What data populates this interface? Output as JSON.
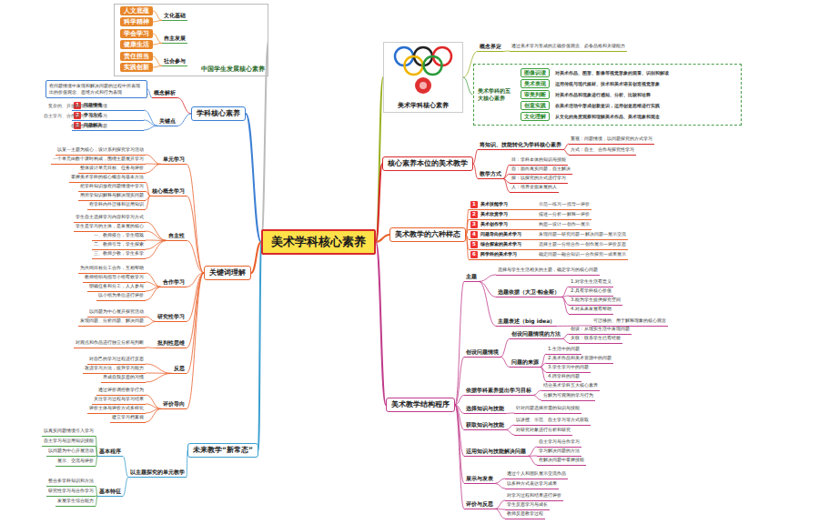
{
  "diagram": {
    "nodes": [
      {
        "text": [
          "美术学科核心素养"
        ]
      },
      {
        "text": [
          "中国学生发展核心素养"
        ]
      },
      {
        "text": [
          "文化基础"
        ],
        "in": 1
      },
      {
        "text": [
          "人文底蕴"
        ],
        "in": 1
      },
      {
        "text": [
          "科学精神"
        ],
        "in": 1
      },
      {
        "text": [
          "自主发展"
        ],
        "in": 1
      },
      {
        "text": [
          "学会学习"
        ],
        "in": 1
      },
      {
        "text": [
          "健康生活"
        ],
        "in": 1
      },
      {
        "text": [
          "社会参与"
        ],
        "in": 1
      },
      {
        "text": [
          "责任担当"
        ],
        "in": 1
      },
      {
        "text": [
          "实践创新"
        ],
        "in": 1
      },
      {
        "text": [
          "学科核心素养"
        ]
      },
      {
        "text": [
          "概念解析"
        ]
      },
      {
        "text": [
          "在问题情境中发现和解决问题的过程中所表现出的价值观念、思维方式和行为表现"
        ]
      },
      {
        "text": [
          "关键点"
        ]
      },
      {
        "text": [
          "1",
          "问题情境"
        ]
      },
      {
        "text": [
          "2",
          "学习方式"
        ]
      },
      {
        "text": [
          "3",
          "问题解决"
        ]
      },
      {
        "text": [
          "关键词理解"
        ]
      },
      {
        "text": [
          "单元学习"
        ]
      },
      {
        "text": [
          "以某一主题为核心，设计系列探究学习活动"
        ]
      },
      {
        "text": [
          "一个单元由数个课时构成，围绕主题展开学习"
        ]
      },
      {
        "text": [
          "整体设计单元目标、任务与评价"
        ]
      },
      {
        "text": [
          "核心概念学习"
        ]
      },
      {
        "text": [
          "掌握美术学科的核心概念与基本方法"
        ]
      },
      {
        "text": [
          "把学科知识放在问题情境中学习"
        ]
      },
      {
        "text": [
          "用所学知识解释与解决现实问题"
        ]
      },
      {
        "text": [
          "在学科内外迁移和运用知识"
        ]
      },
      {
        "text": [
          "自主性"
        ]
      },
      {
        "text": [
          "学生自主选择学习内容和学习方式"
        ]
      },
      {
        "text": [
          "学生是学习的主体，是发展的核心"
        ]
      },
      {
        "text": [
          "一、教师搭台，学生唱戏"
        ]
      },
      {
        "text": [
          "二、教师引导，学生探索"
        ]
      },
      {
        "text": [
          "三、教师少教，学生多学"
        ]
      },
      {
        "text": [
          "合作学习"
        ]
      },
      {
        "text": [
          "为共同目标分工合作，互相帮助"
        ]
      },
      {
        "text": [
          "教师组织与指导小组有效学习"
        ]
      },
      {
        "text": [
          "明确任务和分工，人人参与"
        ]
      },
      {
        "text": [
          "以小组为单位进行评价"
        ]
      },
      {
        "text": [
          "研究性学习"
        ]
      },
      {
        "text": [
          "以问题为中心展开探究活动"
        ]
      },
      {
        "text": [
          "发现问题、分析问题、解决问题"
        ]
      },
      {
        "text": [
          "批判性思维"
        ]
      },
      {
        "text": [
          "对观点和作品进行独立分析与判断"
        ]
      },
      {
        "text": [
          "反思"
        ]
      },
      {
        "text": [
          "对自己的学习过程进行反思"
        ]
      },
      {
        "text": [
          "改进学习方法，提升学习能力"
        ]
      },
      {
        "text": [
          "养成自我反思的习惯"
        ]
      },
      {
        "text": [
          "评价导向"
        ]
      },
      {
        "text": [
          "通过评价调控教学行为"
        ]
      },
      {
        "text": [
          "关注学习过程与学习结果"
        ]
      },
      {
        "text": [
          "评价主体与评价方式多样化"
        ]
      },
      {
        "text": [
          "建立学习档案袋"
        ]
      },
      {
        "text": [
          "未来教学“新常态”"
        ]
      },
      {
        "text": [
          "以主题探究的单元教学"
        ]
      },
      {
        "text": [
          "基本程序"
        ]
      },
      {
        "text": [
          "以真实问题情境引入学习"
        ]
      },
      {
        "text": [
          "自主学习与运用知识技能"
        ]
      },
      {
        "text": [
          "以问题为中心开展活动"
        ]
      },
      {
        "text": [
          "展示、交流与评价"
        ]
      },
      {
        "text": [
          "基本特征"
        ]
      },
      {
        "text": [
          "整合多学科知识和方法"
        ]
      },
      {
        "text": [
          "研究性学习与合作学习"
        ]
      },
      {
        "text": [
          "发展学生综合能力"
        ]
      },
      {
        "text": [
          "美术学科核心素养"
        ]
      },
      {
        "text": [
          "概念界定"
        ]
      },
      {
        "text": [
          "通过美术学习形成的正确价值观念、必备品格和关键能力"
        ]
      },
      {
        "text": [
          "美术学科的五大核心素养"
        ]
      },
      {
        "text": [
          "图像识读",
          "对美术作品、图形、影像等视觉形象的观看、识别和解读"
        ],
        "in": 67
      },
      {
        "text": [
          "美术表现",
          "运用传统与现代媒材、技术和美术语言创造视觉形象"
        ],
        "in": 67
      },
      {
        "text": [
          "审美判断",
          "对美术作品和现象进行感知、分析、比较和诠释"
        ],
        "in": 67
      },
      {
        "text": [
          "创意实践",
          "在美术活动中形成创新意识，运用创意思维进行实践"
        ],
        "in": 67
      },
      {
        "text": [
          "文化理解",
          "从文化的角度观察和理解美术作品、美术现象和观念"
        ],
        "in": 67
      },
      {
        "text": [
          "核心素养本位的美术教学"
        ]
      },
      {
        "text": [
          "将知识、技能转化为学科核心素养"
        ]
      },
      {
        "text": [
          "重视：问题情境，以问题探究的方式学习"
        ]
      },
      {
        "text": [
          "方式：自主、合作与探究性学习"
        ]
      },
      {
        "text": [
          "教学方式"
        ]
      },
      {
        "text": [
          "目：学科本体的知识与技能"
        ]
      },
      {
        "text": [
          "自：面向真实问题，自主解决"
        ]
      },
      {
        "text": [
          "探：以探究的方式进行学习"
        ]
      },
      {
        "text": [
          "人：培养全面发展的人"
        ]
      },
      {
        "text": [
          "美术教学的六种样态"
        ]
      },
      {
        "text": [
          "1",
          "美术技能学习",
          "示范—练习—指导—评价"
        ]
      },
      {
        "text": [
          "2",
          "美术欣赏学习",
          "描述—分析—解释—评价"
        ]
      },
      {
        "text": [
          "3",
          "美术创作学习",
          "构思—设计—创作—展示"
        ]
      },
      {
        "text": [
          "4",
          "问题导向的美术学习",
          "发现问题—研究问题—解决问题—展示交流"
        ]
      },
      {
        "text": [
          "5",
          "综合探索的美术学习",
          "选择主题—分组合作—创作展示—评价反思"
        ]
      },
      {
        "text": [
          "6",
          "跨学科的美术学习",
          "确定问题—融合知识—合作探究—成果展示"
        ]
      },
      {
        "text": [
          "美术教学结构程序"
        ]
      },
      {
        "text": [
          "主题"
        ]
      },
      {
        "text": [
          "选择与学生生活相关的主题，确定学习的核心问题"
        ]
      },
      {
        "text": [
          "选题依据（大卫·帕金斯）"
        ]
      },
      {
        "text": [
          "1.对学生生活有意义"
        ]
      },
      {
        "text": [
          "2.具有学科核心价值"
        ]
      },
      {
        "text": [
          "3.能为学生提供探究空间"
        ]
      },
      {
        "text": [
          "4.对未来发展有帮助"
        ]
      },
      {
        "text": [
          "主题表述（big idea）"
        ]
      },
      {
        "text": [
          "可迁移的、用于解释现象的核心观念"
        ]
      },
      {
        "text": [
          "创设问题情境"
        ]
      },
      {
        "text": [
          "创设问题情境的方法"
        ]
      },
      {
        "text": [
          "创设：从现实生活中发现问题"
        ]
      },
      {
        "text": [
          "关联：联系学生已有经验"
        ]
      },
      {
        "text": [
          "问题的来源"
        ]
      },
      {
        "text": [
          "1.生活中的问题"
        ]
      },
      {
        "text": [
          "2.美术作品和美术资源中的问题"
        ]
      },
      {
        "text": [
          "3.学生学习中的问题"
        ]
      },
      {
        "text": [
          "4.跨学科的问题"
        ]
      },
      {
        "text": [
          "依据学科素养提出学习目标"
        ]
      },
      {
        "text": [
          "结合美术学科五大核心素养"
        ]
      },
      {
        "text": [
          "分解为可观测的学习行为"
        ]
      },
      {
        "text": [
          "选择知识与技能"
        ]
      },
      {
        "text": [
          "针对问题选择所需的知识与技能"
        ]
      },
      {
        "text": [
          "获取知识与技能"
        ]
      },
      {
        "text": [
          "以讲授、示范、自主学习等方式获取"
        ]
      },
      {
        "text": [
          "对研究对象进行分析和研究"
        ]
      },
      {
        "text": [
          "运用知识与技能解决问题"
        ]
      },
      {
        "text": [
          "自主学习与合作学习"
        ]
      },
      {
        "text": [
          "学习解决问题的方法"
        ]
      },
      {
        "text": [
          "在解决问题中掌握技能"
        ]
      },
      {
        "text": [
          "展示与发表"
        ]
      },
      {
        "text": [
          "通过个人和团队展示交流作品"
        ]
      },
      {
        "text": [
          "以多种方式表达学习成果"
        ]
      },
      {
        "text": [
          "评价与反思"
        ]
      },
      {
        "text": [
          "对学习过程和结果进行评价"
        ]
      },
      {
        "text": [
          "学生反思学习与成长"
        ]
      },
      {
        "text": [
          "教师反思教学过程"
        ]
      }
    ],
    "edges": [
      {
        "from": 0,
        "to": 1,
        "arrow": "none"
      },
      {
        "from": 0,
        "to": 11,
        "arrow": "none"
      },
      {
        "from": 0,
        "to": 18,
        "arrow": "none"
      },
      {
        "from": 0,
        "to": 53,
        "arrow": "none"
      },
      {
        "from": 0,
        "to": 64,
        "arrow": "none"
      },
      {
        "from": 0,
        "to": 73,
        "arrow": "none"
      },
      {
        "from": 0,
        "to": 82,
        "arrow": "none"
      },
      {
        "from": 0,
        "to": 89,
        "arrow": "none"
      },
      {
        "from": 2,
        "to": 3,
        "arrow": "none"
      },
      {
        "from": 2,
        "to": 4,
        "arrow": "none"
      },
      {
        "from": 5,
        "to": 6,
        "arrow": "none"
      },
      {
        "from": 5,
        "to": 7,
        "arrow": "none"
      },
      {
        "from": 8,
        "to": 9,
        "arrow": "none"
      },
      {
        "from": 8,
        "to": 10,
        "arrow": "none"
      },
      {
        "from": 11,
        "to": 12,
        "arrow": "none"
      },
      {
        "from": 11,
        "to": 14,
        "arrow": "none"
      },
      {
        "from": 12,
        "to": 13,
        "arrow": "none"
      },
      {
        "from": 14,
        "to": 15,
        "arrow": "none"
      },
      {
        "from": 14,
        "to": 16,
        "arrow": "none"
      },
      {
        "from": 14,
        "to": 17,
        "arrow": "none"
      },
      {
        "from": 18,
        "to": 19,
        "arrow": "none"
      },
      {
        "from": 18,
        "to": 23,
        "arrow": "none"
      },
      {
        "from": 18,
        "to": 28,
        "arrow": "none"
      },
      {
        "from": 18,
        "to": 34,
        "arrow": "none"
      },
      {
        "from": 18,
        "to": 39,
        "arrow": "none"
      },
      {
        "from": 18,
        "to": 42,
        "arrow": "none"
      },
      {
        "from": 18,
        "to": 44,
        "arrow": "none"
      },
      {
        "from": 18,
        "to": 48,
        "arrow": "none"
      },
      {
        "from": 19,
        "to": 20,
        "arrow": "none"
      },
      {
        "from": 19,
        "to": 21,
        "arrow": "none"
      },
      {
        "from": 19,
        "to": 22,
        "arrow": "none"
      },
      {
        "from": 23,
        "to": 24,
        "arrow": "none"
      },
      {
        "from": 23,
        "to": 25,
        "arrow": "none"
      },
      {
        "from": 23,
        "to": 26,
        "arrow": "none"
      },
      {
        "from": 23,
        "to": 27,
        "arrow": "none"
      },
      {
        "from": 28,
        "to": 29,
        "arrow": "none"
      },
      {
        "from": 28,
        "to": 30,
        "arrow": "none"
      },
      {
        "from": 28,
        "to": 31,
        "arrow": "none"
      },
      {
        "from": 28,
        "to": 32,
        "arrow": "none"
      },
      {
        "from": 28,
        "to": 33,
        "arrow": "none"
      },
      {
        "from": 34,
        "to": 35,
        "arrow": "none"
      },
      {
        "from": 34,
        "to": 36,
        "arrow": "none"
      },
      {
        "from": 34,
        "to": 37,
        "arrow": "none"
      },
      {
        "from": 34,
        "to": 38,
        "arrow": "none"
      },
      {
        "from": 39,
        "to": 40,
        "arrow": "none"
      },
      {
        "from": 39,
        "to": 41,
        "arrow": "none"
      },
      {
        "from": 42,
        "to": 43,
        "arrow": "none"
      },
      {
        "from": 44,
        "to": 45,
        "arrow": "none"
      },
      {
        "from": 44,
        "to": 46,
        "arrow": "none"
      },
      {
        "from": 44,
        "to": 47,
        "arrow": "none"
      },
      {
        "from": 48,
        "to": 49,
        "arrow": "none"
      },
      {
        "from": 48,
        "to": 50,
        "arrow": "none"
      },
      {
        "from": 48,
        "to": 51,
        "arrow": "none"
      },
      {
        "from": 48,
        "to": 52,
        "arrow": "none"
      },
      {
        "from": 53,
        "to": 54,
        "arrow": "none"
      },
      {
        "from": 54,
        "to": 55,
        "arrow": "none"
      },
      {
        "from": 54,
        "to": 60,
        "arrow": "none"
      },
      {
        "from": 55,
        "to": 56,
        "arrow": "none"
      },
      {
        "from": 55,
        "to": 57,
        "arrow": "none"
      },
      {
        "from": 55,
        "to": 58,
        "arrow": "none"
      },
      {
        "from": 55,
        "to": 59,
        "arrow": "none"
      },
      {
        "from": 60,
        "to": 61,
        "arrow": "none"
      },
      {
        "from": 60,
        "to": 62,
        "arrow": "none"
      },
      {
        "from": 60,
        "to": 63,
        "arrow": "none"
      },
      {
        "from": 64,
        "to": 65,
        "arrow": "none"
      },
      {
        "from": 64,
        "to": 67,
        "arrow": "none"
      },
      {
        "from": 65,
        "to": 66,
        "arrow": "none"
      },
      {
        "from": 73,
        "to": 74,
        "arrow": "none"
      },
      {
        "from": 73,
        "to": 77,
        "arrow": "none"
      },
      {
        "from": 74,
        "to": 75,
        "arrow": "none"
      },
      {
        "from": 74,
        "to": 76,
        "arrow": "none"
      },
      {
        "from": 77,
        "to": 78,
        "arrow": "none"
      },
      {
        "from": 77,
        "to": 79,
        "arrow": "none"
      },
      {
        "from": 77,
        "to": 80,
        "arrow": "none"
      },
      {
        "from": 77,
        "to": 81,
        "arrow": "none"
      },
      {
        "from": 82,
        "to": 83,
        "arrow": "none"
      },
      {
        "from": 82,
        "to": 84,
        "arrow": "none"
      },
      {
        "from": 82,
        "to": 85,
        "arrow": "none"
      },
      {
        "from": 82,
        "to": 86,
        "arrow": "none"
      },
      {
        "from": 82,
        "to": 87,
        "arrow": "none"
      },
      {
        "from": 82,
        "to": 88,
        "arrow": "none"
      },
      {
        "from": 89,
        "to": 90,
        "arrow": "none"
      },
      {
        "from": 89,
        "to": 99,
        "arrow": "none"
      },
      {
        "from": 89,
        "to": 108,
        "arrow": "none"
      },
      {
        "from": 89,
        "to": 111,
        "arrow": "none"
      },
      {
        "from": 89,
        "to": 113,
        "arrow": "none"
      },
      {
        "from": 89,
        "to": 116,
        "arrow": "none"
      },
      {
        "from": 89,
        "to": 120,
        "arrow": "none"
      },
      {
        "from": 89,
        "to": 123,
        "arrow": "none"
      },
      {
        "from": 90,
        "to": 91,
        "arrow": "none"
      },
      {
        "from": 90,
        "to": 92,
        "arrow": "none"
      },
      {
        "from": 90,
        "to": 97,
        "arrow": "none"
      },
      {
        "from": 92,
        "to": 93,
        "arrow": "none"
      },
      {
        "from": 92,
        "to": 94,
        "arrow": "none"
      },
      {
        "from": 92,
        "to": 95,
        "arrow": "none"
      },
      {
        "from": 92,
        "to": 96,
        "arrow": "none"
      },
      {
        "from": 97,
        "to": 98,
        "arrow": "none"
      },
      {
        "from": 99,
        "to": 100,
        "arrow": "none"
      },
      {
        "from": 99,
        "to": 103,
        "arrow": "none"
      },
      {
        "from": 100,
        "to": 101,
        "arrow": "none"
      },
      {
        "from": 100,
        "to": 102,
        "arrow": "none"
      },
      {
        "from": 103,
        "to": 104,
        "arrow": "none"
      },
      {
        "from": 103,
        "to": 105,
        "arrow": "none"
      },
      {
        "from": 103,
        "to": 106,
        "arrow": "none"
      },
      {
        "from": 103,
        "to": 107,
        "arrow": "none"
      },
      {
        "from": 108,
        "to": 109,
        "arrow": "none"
      },
      {
        "from": 108,
        "to": 110,
        "arrow": "none"
      },
      {
        "from": 111,
        "to": 112,
        "arrow": "none"
      },
      {
        "from": 113,
        "to": 114,
        "arrow": "none"
      },
      {
        "from": 113,
        "to": 115,
        "arrow": "none"
      },
      {
        "from": 116,
        "to": 117,
        "arrow": "none"
      },
      {
        "from": 116,
        "to": 118,
        "arrow": "none"
      },
      {
        "from": 116,
        "to": 119,
        "arrow": "none"
      },
      {
        "from": 120,
        "to": 121,
        "arrow": "none"
      },
      {
        "from": 120,
        "to": 122,
        "arrow": "none"
      },
      {
        "from": 123,
        "to": 124,
        "arrow": "none"
      },
      {
        "from": 123,
        "to": 125,
        "arrow": "none"
      },
      {
        "from": 123,
        "to": 126,
        "arrow": "none"
      }
    ],
    "labels": [
      "复杂的、开放的现实生活情境",
      "自主学习、合作学习、探究学习",
      "创造性地解决问题"
    ]
  }
}
